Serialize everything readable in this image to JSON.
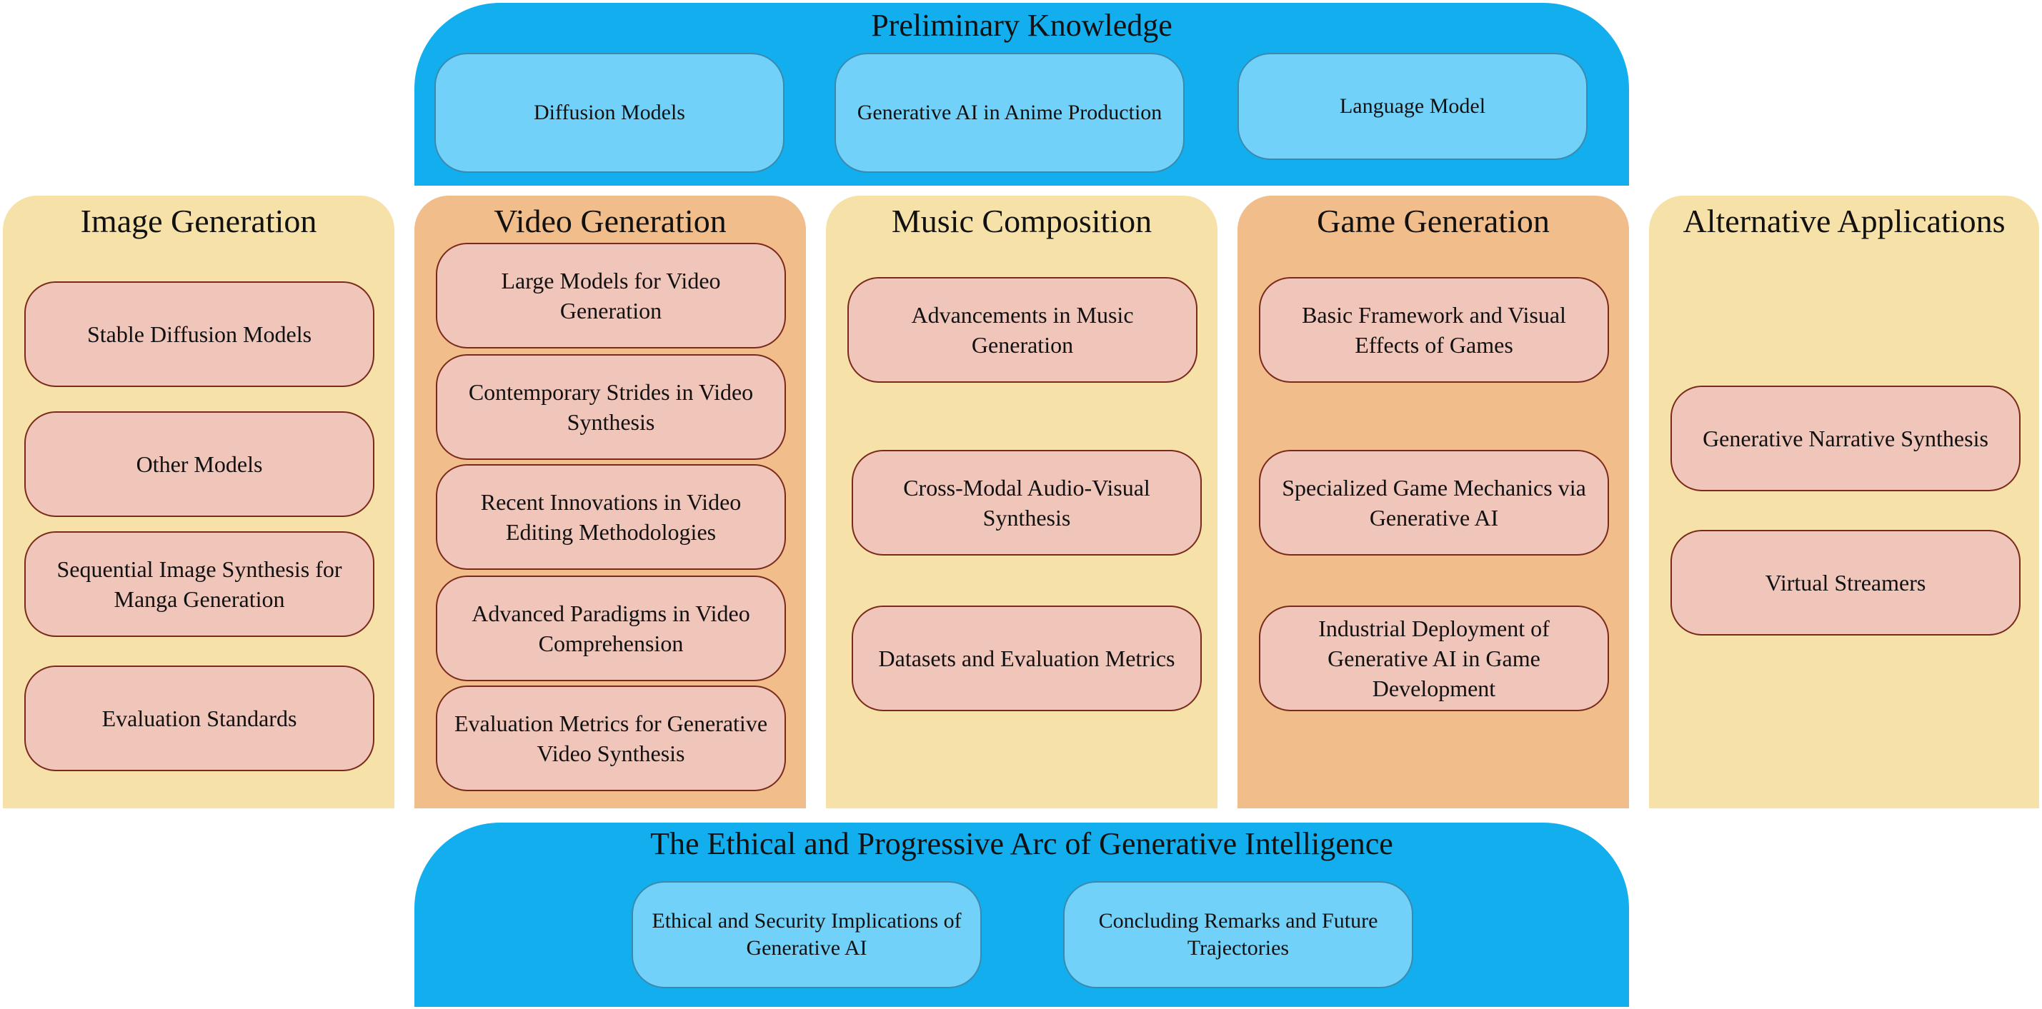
{
  "top": {
    "title": "Preliminary Knowledge",
    "items": [
      "Diffusion Models",
      "Generative AI in Anime Production",
      "Language Model"
    ]
  },
  "columns": [
    {
      "title": "Image Generation",
      "items": [
        "Stable Diffusion Models",
        "Other Models",
        "Sequential Image Synthesis for Manga Generation",
        "Evaluation Standards"
      ]
    },
    {
      "title": "Video Generation",
      "items": [
        "Large Models for Video Generation",
        "Contemporary Strides in Video Synthesis",
        "Recent Innovations in Video Editing Methodologies",
        "Advanced Paradigms in Video Comprehension",
        "Evaluation Metrics for Generative Video Synthesis"
      ]
    },
    {
      "title": "Music Composition",
      "items": [
        "Advancements in Music Generation",
        "Cross-Modal Audio-Visual Synthesis",
        "Datasets and Evaluation Metrics"
      ]
    },
    {
      "title": "Game Generation",
      "items": [
        "Basic Framework and Visual Effects of Games",
        "Specialized Game Mechanics via Generative AI",
        "Industrial Deployment of Generative AI in Game Development"
      ]
    },
    {
      "title": "Alternative Applications",
      "items": [
        "Generative Narrative Synthesis",
        "Virtual Streamers"
      ]
    }
  ],
  "bottom": {
    "title": "The Ethical and Progressive Arc of Generative Intelligence",
    "items": [
      "Ethical and Security Implications of Generative AI",
      "Concluding Remarks and Future Trajectories"
    ]
  }
}
